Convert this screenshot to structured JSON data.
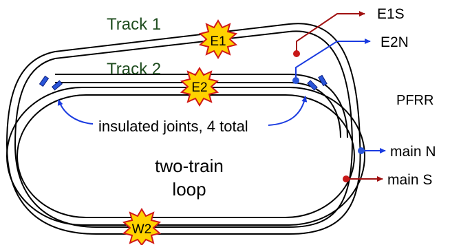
{
  "labels": {
    "track1": "Track 1",
    "track2": "Track 2",
    "e1": "E1",
    "e2": "E2",
    "w2": "W2",
    "e1s": "E1S",
    "e2n": "E2N",
    "pfrr": "PFRR",
    "insulated": "insulated joints, 4 total",
    "main_n": "main N",
    "main_s": "main S",
    "loop_line1": "two-train",
    "loop_line2": "loop"
  },
  "colors": {
    "track_label": "#1f4d1f",
    "feeder_red": "#a01010",
    "feeder_blue": "#1a3be0",
    "starburst_fill": "#ffd200",
    "starburst_stroke": "#d01818",
    "joint_blue": "#2a55d8",
    "track_line": "#000000"
  },
  "icons": {
    "feeder_arrow": "arrow-right-icon",
    "joint_marker": "insulated-joint-icon",
    "callout_arrow": "curved-arrow-icon"
  }
}
